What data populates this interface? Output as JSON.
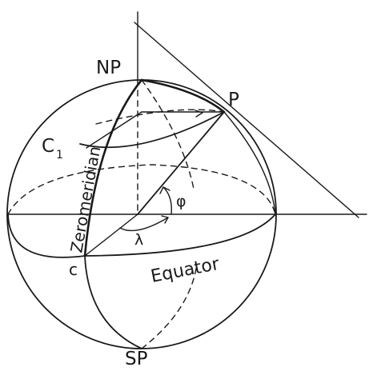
{
  "labels": {
    "north_pole": "NP",
    "south_pole": "SP",
    "point": "P",
    "circle": "C",
    "circle_subscript": "1",
    "zero_meridian": "Zeromeridian",
    "equator": "Equator",
    "longitude": "λ",
    "latitude": "φ",
    "meridian_point": "c"
  }
}
